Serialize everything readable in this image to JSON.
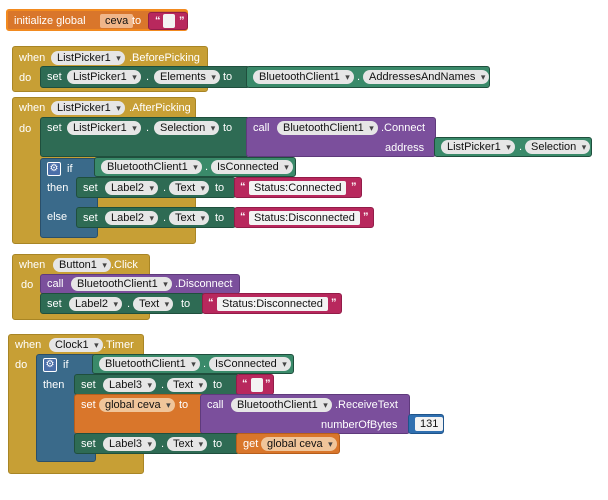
{
  "init": {
    "label": "initialize global",
    "name": "ceva",
    "to": "to"
  },
  "kw": {
    "when": "when",
    "do": "do",
    "set": "set",
    "to": "to",
    "call": "call",
    "if": "if",
    "then": "then",
    "else": "else",
    "get": "get",
    "address": "address",
    "numberOfBytes": "numberOfBytes",
    "global": "global"
  },
  "before": {
    "component": "ListPicker1",
    "event": ".BeforePicking",
    "setComp": "ListPicker1",
    "prop": "Elements",
    "srcComp": "BluetoothClient1",
    "srcProp": "AddressesAndNames"
  },
  "after": {
    "component": "ListPicker1",
    "event": ".AfterPicking",
    "setComp": "ListPicker1",
    "prop": "Selection",
    "callComp": "BluetoothClient1",
    "method": ".Connect",
    "addrComp": "ListPicker1",
    "addrProp": "Selection",
    "ifComp": "BluetoothClient1",
    "ifProp": "IsConnected",
    "thenComp": "Label2",
    "thenProp": "Text",
    "thenText": "Status:Connected",
    "elseComp": "Label2",
    "elseProp": "Text",
    "elseText": "Status:Disconnected"
  },
  "button": {
    "component": "Button1",
    "event": ".Click",
    "callComp": "BluetoothClient1",
    "method": ".Disconnect",
    "setComp": "Label2",
    "prop": "Text",
    "text": "Status:Disconnected"
  },
  "clock": {
    "component": "Clock1",
    "event": ".Timer",
    "ifComp": "BluetoothClient1",
    "ifProp": "IsConnected",
    "l3Comp": "Label3",
    "l3Prop": "Text",
    "globalVar": "global ceva",
    "callComp": "BluetoothClient1",
    "method": ".ReceiveText",
    "bytes": "131",
    "getVar": "global ceva"
  }
}
